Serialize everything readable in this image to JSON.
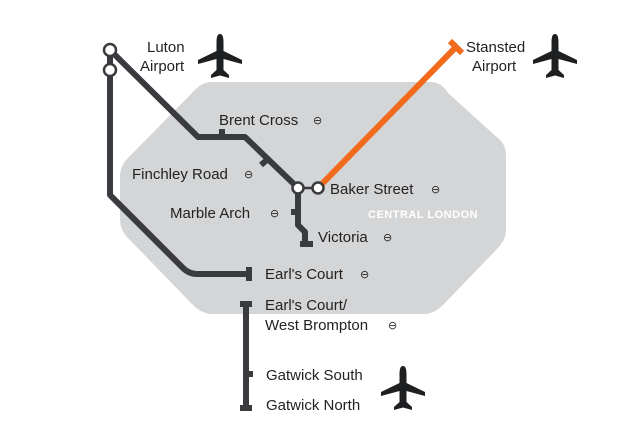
{
  "map": {
    "zone_label": "CENTRAL LONDON",
    "tube_symbol": "⊖",
    "colors": {
      "zone": "#d4d5d7",
      "thameslink": "#3a3b3e",
      "stansted_express": "#f26b1d",
      "station_fill": "#ffffff"
    },
    "icons": [
      "airplane-icon",
      "airplane-icon",
      "airplane-icon"
    ],
    "stations": {
      "luton_1": "Luton",
      "luton_2": "Airport",
      "stansted_1": "Stansted",
      "stansted_2": "Airport",
      "brent_cross": "Brent Cross",
      "finchley_road": "Finchley Road",
      "baker_street": "Baker Street",
      "marble_arch": "Marble Arch",
      "victoria": "Victoria",
      "earls_court": "Earl's Court",
      "earls_court_wb_1": "Earl's Court/",
      "earls_court_wb_2": "West Brompton",
      "gatwick_south": "Gatwick South",
      "gatwick_north": "Gatwick North"
    }
  }
}
